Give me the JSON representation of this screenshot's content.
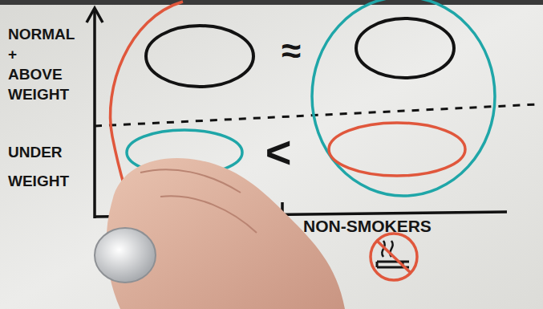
{
  "diagram": {
    "labels": [
      "NORMAL + ABOVE WEIGHT",
      "UNDER WEIGHT",
      "≈",
      "<",
      "NON-SMOKERS"
    ]
  }
}
